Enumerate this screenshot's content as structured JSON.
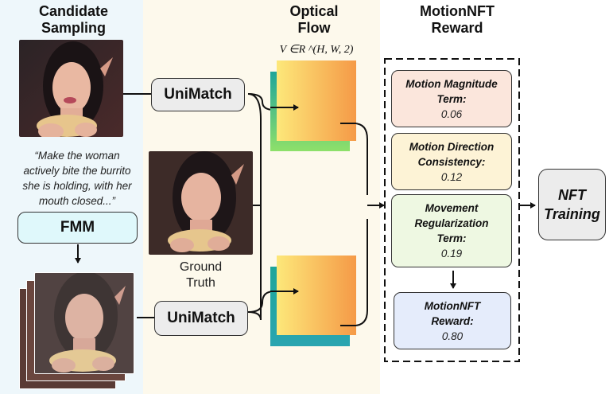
{
  "headings": {
    "candidate": "Candidate\nSampling",
    "flow": "Optical\nFlow",
    "reward": "MotionNFT\nReward"
  },
  "formula": "V ∈R ^(H, W, 2)",
  "prompt": "“Make the woman\nactively bite the burrito\nshe is holding, with her\nmouth closed...”",
  "fmm_label": "FMM",
  "unimatch_top": "UniMatch",
  "unimatch_bottom": "UniMatch",
  "ground_truth": "Ground\nTruth",
  "terms": [
    {
      "title": "Motion Magnitude\nTerm:",
      "value": "0.06",
      "color": "#fbe6dc"
    },
    {
      "title": "Motion Direction\nConsistency:",
      "value": "0.12",
      "color": "#fdf3d6"
    },
    {
      "title": "Movement\nRegularization\nTerm:",
      "value": "0.19",
      "color": "#eef8e2"
    }
  ],
  "final_reward": {
    "title": "MotionNFT\nReward:",
    "value": "0.80",
    "color": "#e5ecfb"
  },
  "nft_training": "NFT\nTraining",
  "colors": {
    "flow_orange": "#f59a47",
    "flow_yellow": "#fde87a",
    "flow_teal": "#1fa59a",
    "flow_green": "#8ee06a"
  }
}
